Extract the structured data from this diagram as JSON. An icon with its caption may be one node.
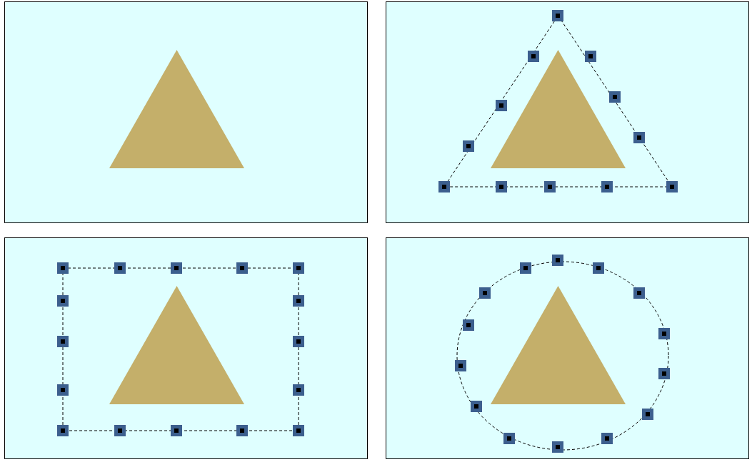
{
  "diagram": {
    "nodes": [
      {
        "text": [],
        "shape": "box"
      },
      {
        "text": [],
        "shape": "triangle",
        "in": 0
      },
      {
        "text": [],
        "shape": "box"
      },
      {
        "text": [],
        "shape": "triangle",
        "in": 2
      },
      {
        "text": [],
        "shape": "triangle",
        "in": 3
      },
      {
        "text": [],
        "shape": "box"
      },
      {
        "text": [],
        "shape": "box",
        "in": 5
      },
      {
        "text": [],
        "shape": "triangle",
        "in": 6
      },
      {
        "text": [],
        "shape": "box"
      },
      {
        "text": [],
        "shape": "circle",
        "in": 8
      },
      {
        "text": [],
        "shape": "triangle",
        "in": 9
      }
    ]
  }
}
